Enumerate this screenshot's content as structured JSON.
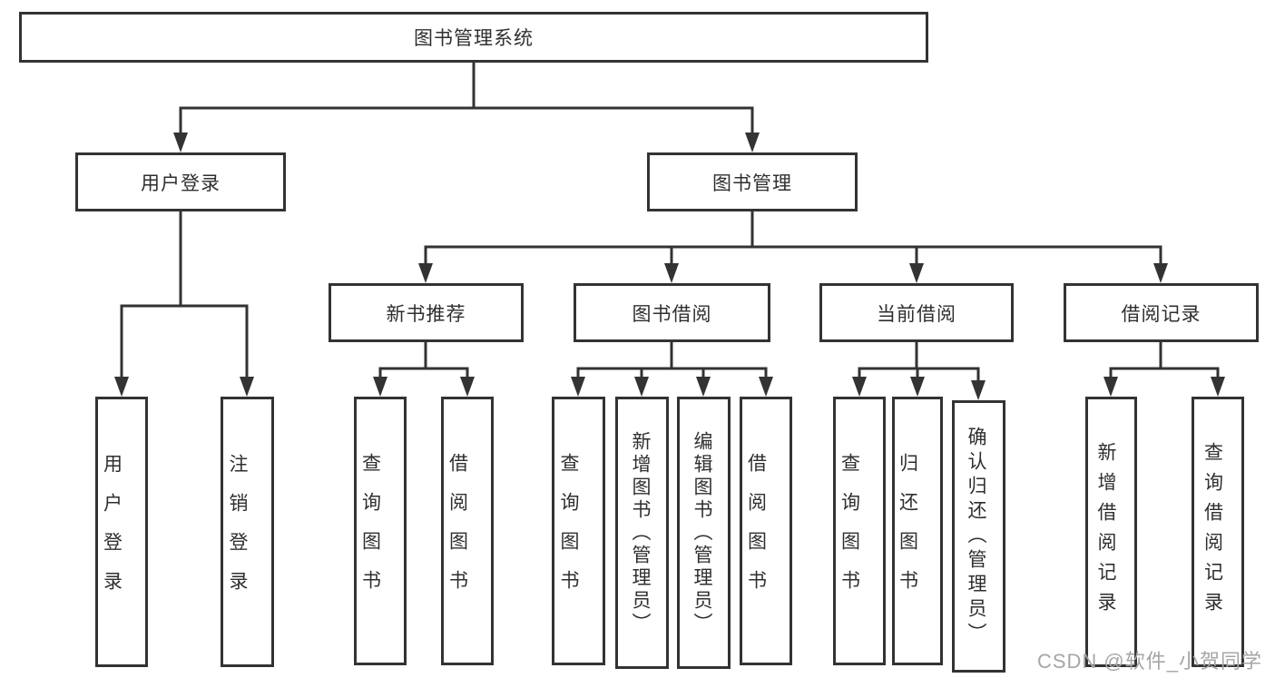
{
  "diagram": {
    "root": "图书管理系统",
    "branches": [
      "用户登录",
      "图书管理"
    ],
    "modules": [
      "新书推荐",
      "图书借阅",
      "当前借阅",
      "借阅记录"
    ],
    "leaf_user": [
      "用户登录",
      "注销登录"
    ],
    "leaf_recommend": [
      "查询图书",
      "借阅图书"
    ],
    "leaf_borrow": [
      "查询图书",
      "新增图书（管理员）",
      "编辑图书（管理员）",
      "借阅图书"
    ],
    "leaf_current": [
      "查询图书",
      "归还图书",
      "确认归还（管理员）"
    ],
    "leaf_records": [
      "新增借阅记录",
      "查询借阅记录"
    ]
  },
  "watermark": "CSDN @软件_小贺同学",
  "colors": {
    "line": "#333333",
    "box_border": "#333333",
    "text": "#2f2f2f",
    "watermark": "#a6a6a6",
    "background": "#ffffff"
  }
}
